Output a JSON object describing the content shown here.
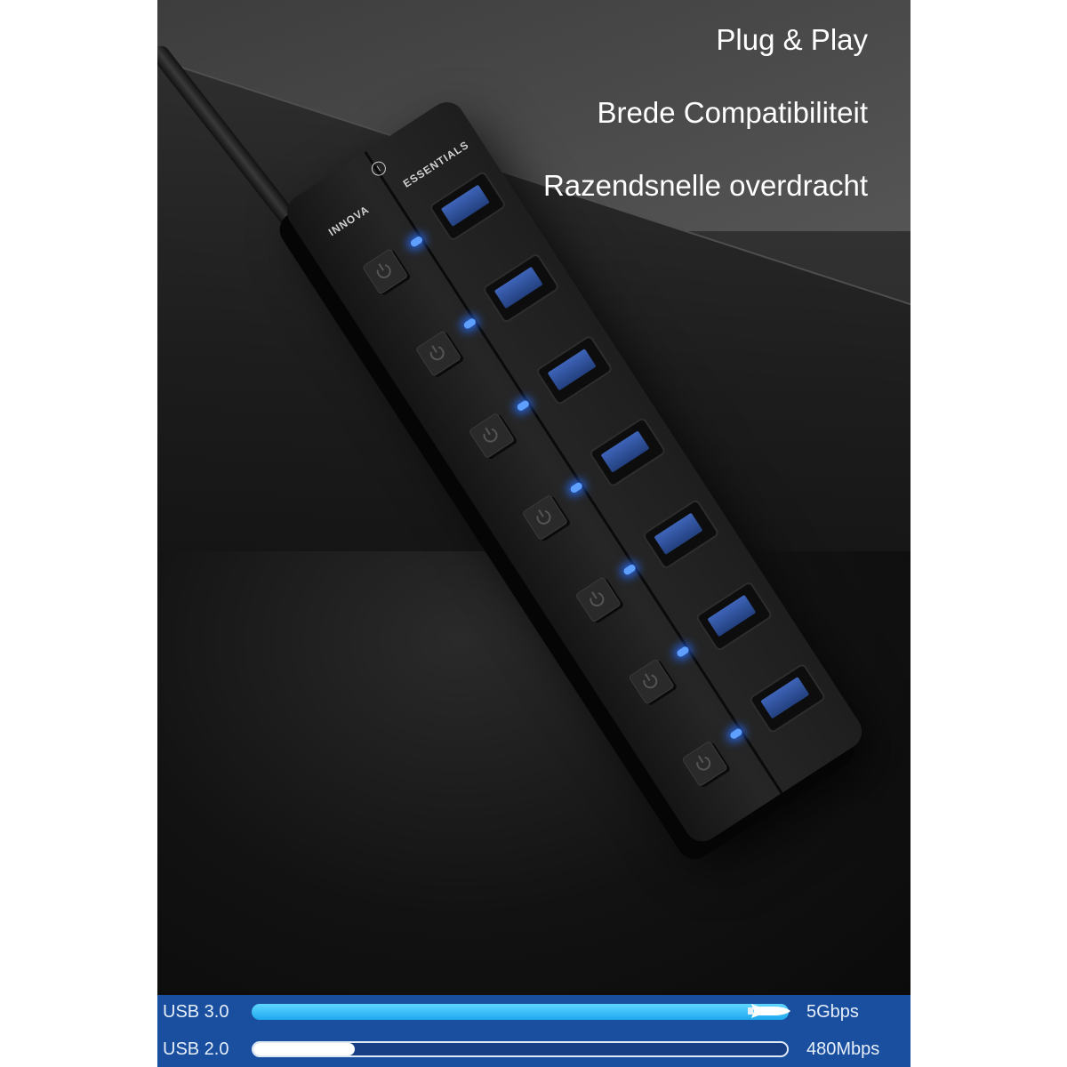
{
  "features": [
    "Plug & Play",
    "Brede Compatibiliteit",
    "Razendsnelle overdracht"
  ],
  "product": {
    "brand_left": "INNOVA",
    "brand_right": "ESSENTIALS",
    "logo_glyph": "I",
    "port_count": 7,
    "led_color": "#3b82ff",
    "port_color": "#2f5bb0"
  },
  "speed_comparison": {
    "background": "#1a4f9f",
    "rows": [
      {
        "label": "USB 3.0",
        "value": "5Gbps",
        "fill_percent": 100,
        "color": "#1ea8ee",
        "icon": "rocket-icon"
      },
      {
        "label": "USB 2.0",
        "value": "480Mbps",
        "fill_percent": 19,
        "color": "#ffffff"
      }
    ]
  }
}
